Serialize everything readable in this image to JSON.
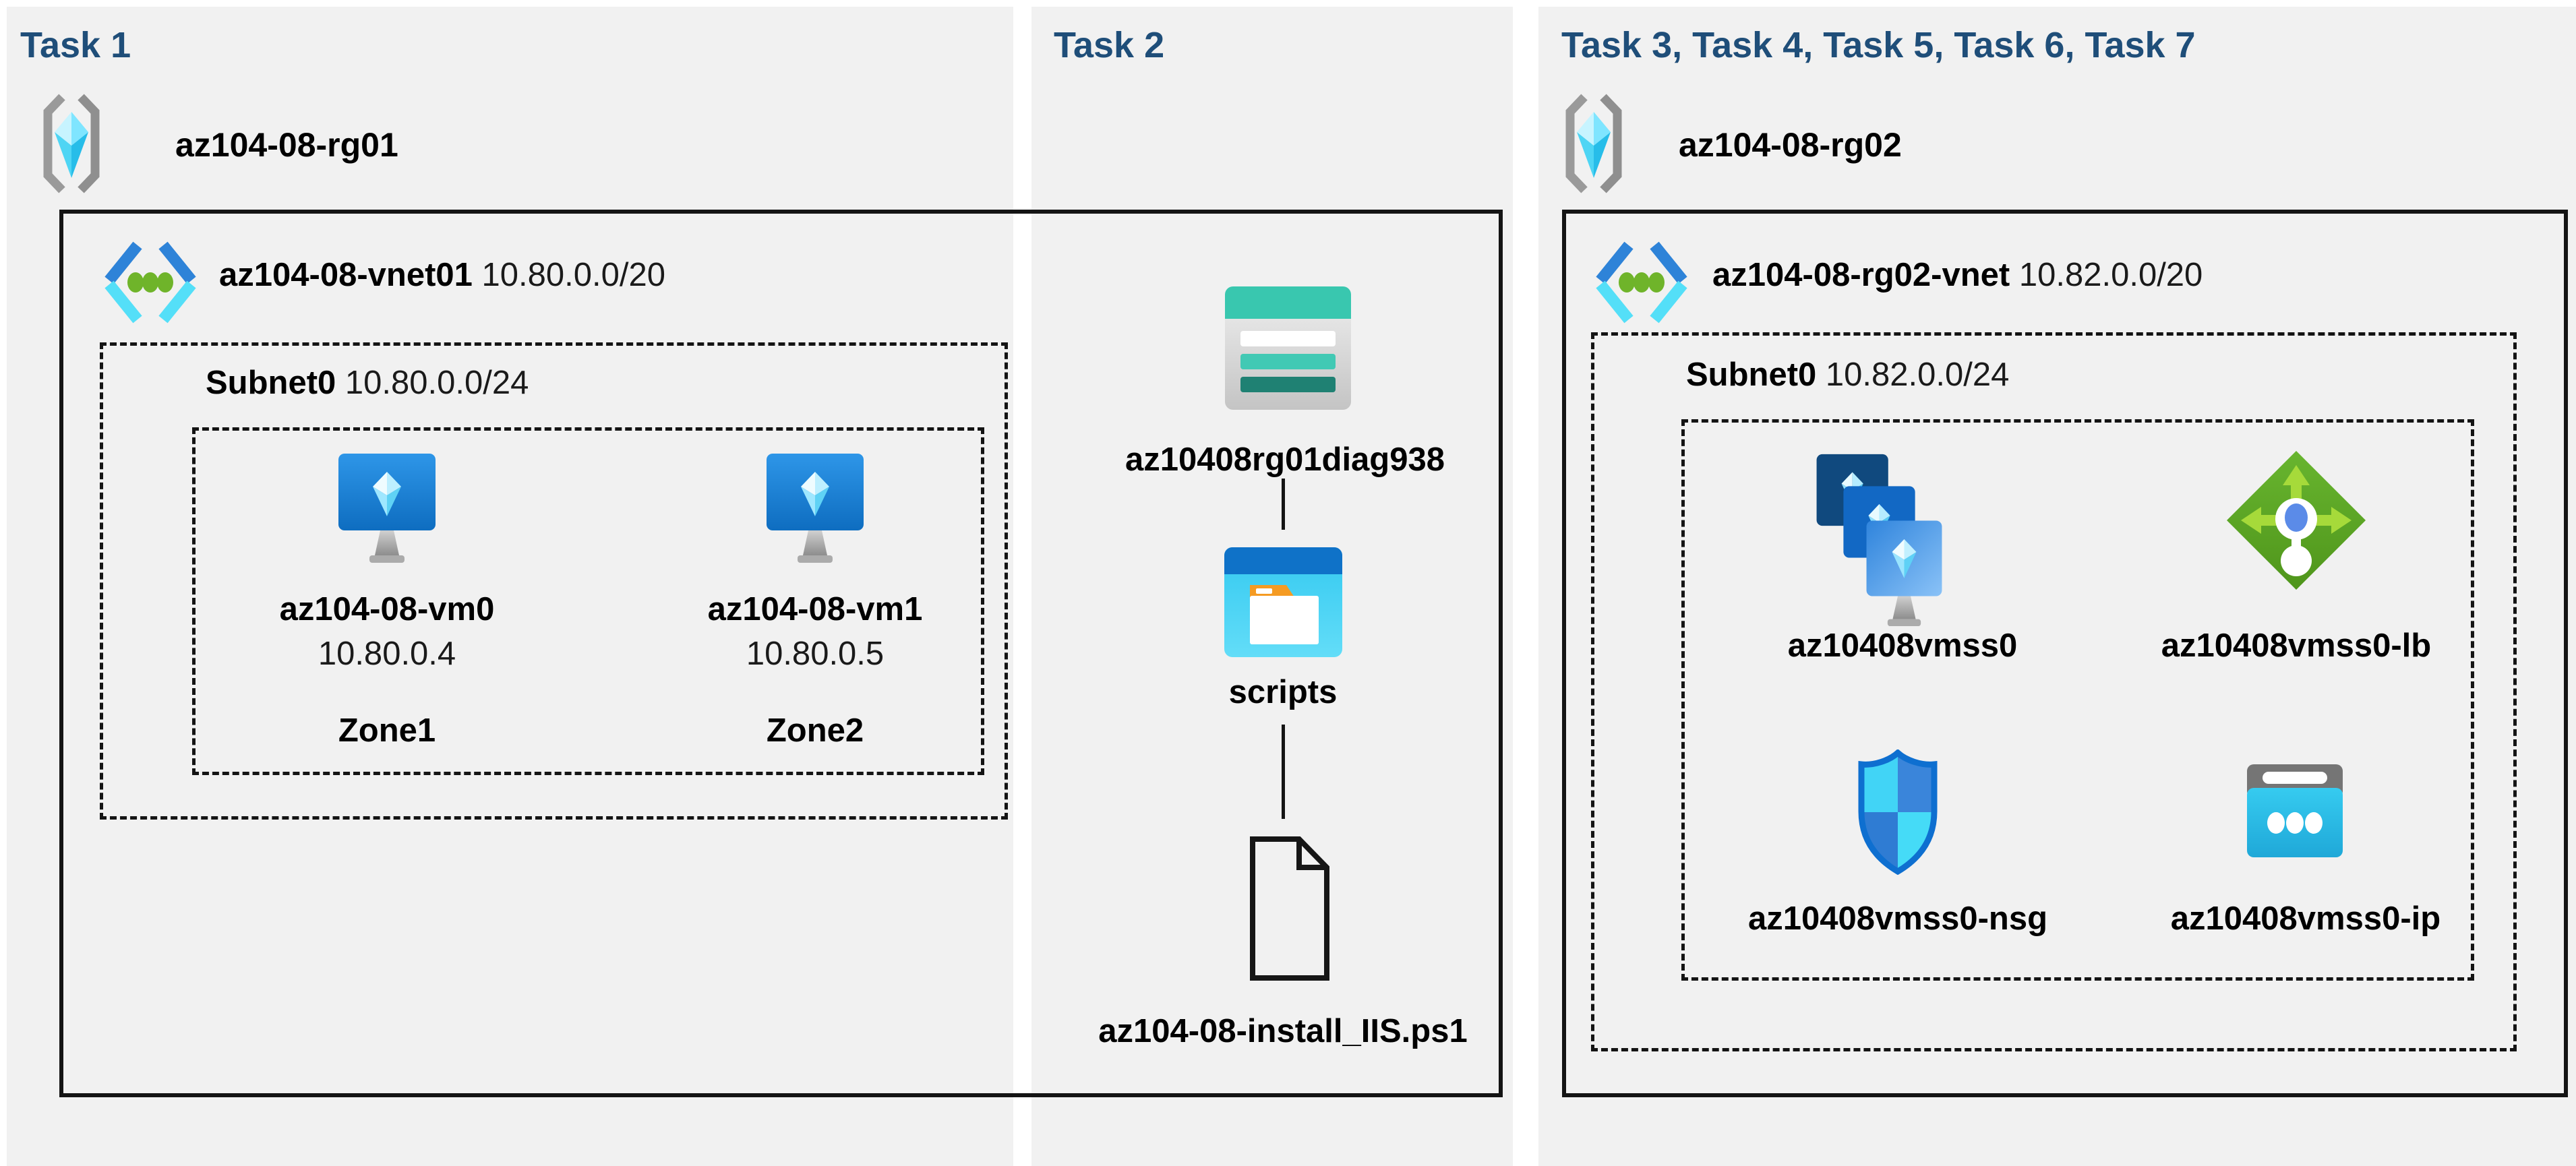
{
  "colors": {
    "header_navy": "#1F4E79",
    "panel_bg": "#F1F1F1",
    "line_black": "#141414",
    "azure_blue": "#0F6FC6",
    "azure_cyan": "#50E6FF",
    "vnet_green_dot": "#6FB42A",
    "lb_green": "#5CA21F",
    "storage_teal": "#39C7AF",
    "ip_cyan": "#2EC6EC"
  },
  "task1": {
    "title": "Task 1",
    "resource_group": "az104-08-rg01",
    "vnet": {
      "name": "az104-08-vnet01",
      "cidr": "10.80.0.0/20"
    },
    "subnet": {
      "name": "Subnet0",
      "cidr": "10.80.0.0/24"
    },
    "vms": [
      {
        "name": "az104-08-vm0",
        "ip": "10.80.0.4",
        "zone": "Zone1"
      },
      {
        "name": "az104-08-vm1",
        "ip": "10.80.0.5",
        "zone": "Zone2"
      }
    ]
  },
  "task2": {
    "title": "Task 2",
    "storage_account": "az10408rg01diag938",
    "container": "scripts",
    "script_file": "az104-08-install_IIS.ps1"
  },
  "task3": {
    "title": "Task 3, Task 4, Task 5, Task 6, Task 7",
    "resource_group": "az104-08-rg02",
    "vnet": {
      "name": "az104-08-rg02-vnet",
      "cidr": "10.82.0.0/20"
    },
    "subnet": {
      "name": "Subnet0",
      "cidr": "10.82.0.0/24"
    },
    "resources": {
      "vmss": "az10408vmss0",
      "load_balancer": "az10408vmss0-lb",
      "nsg": "az10408vmss0-nsg",
      "public_ip": "az10408vmss0-ip"
    }
  }
}
